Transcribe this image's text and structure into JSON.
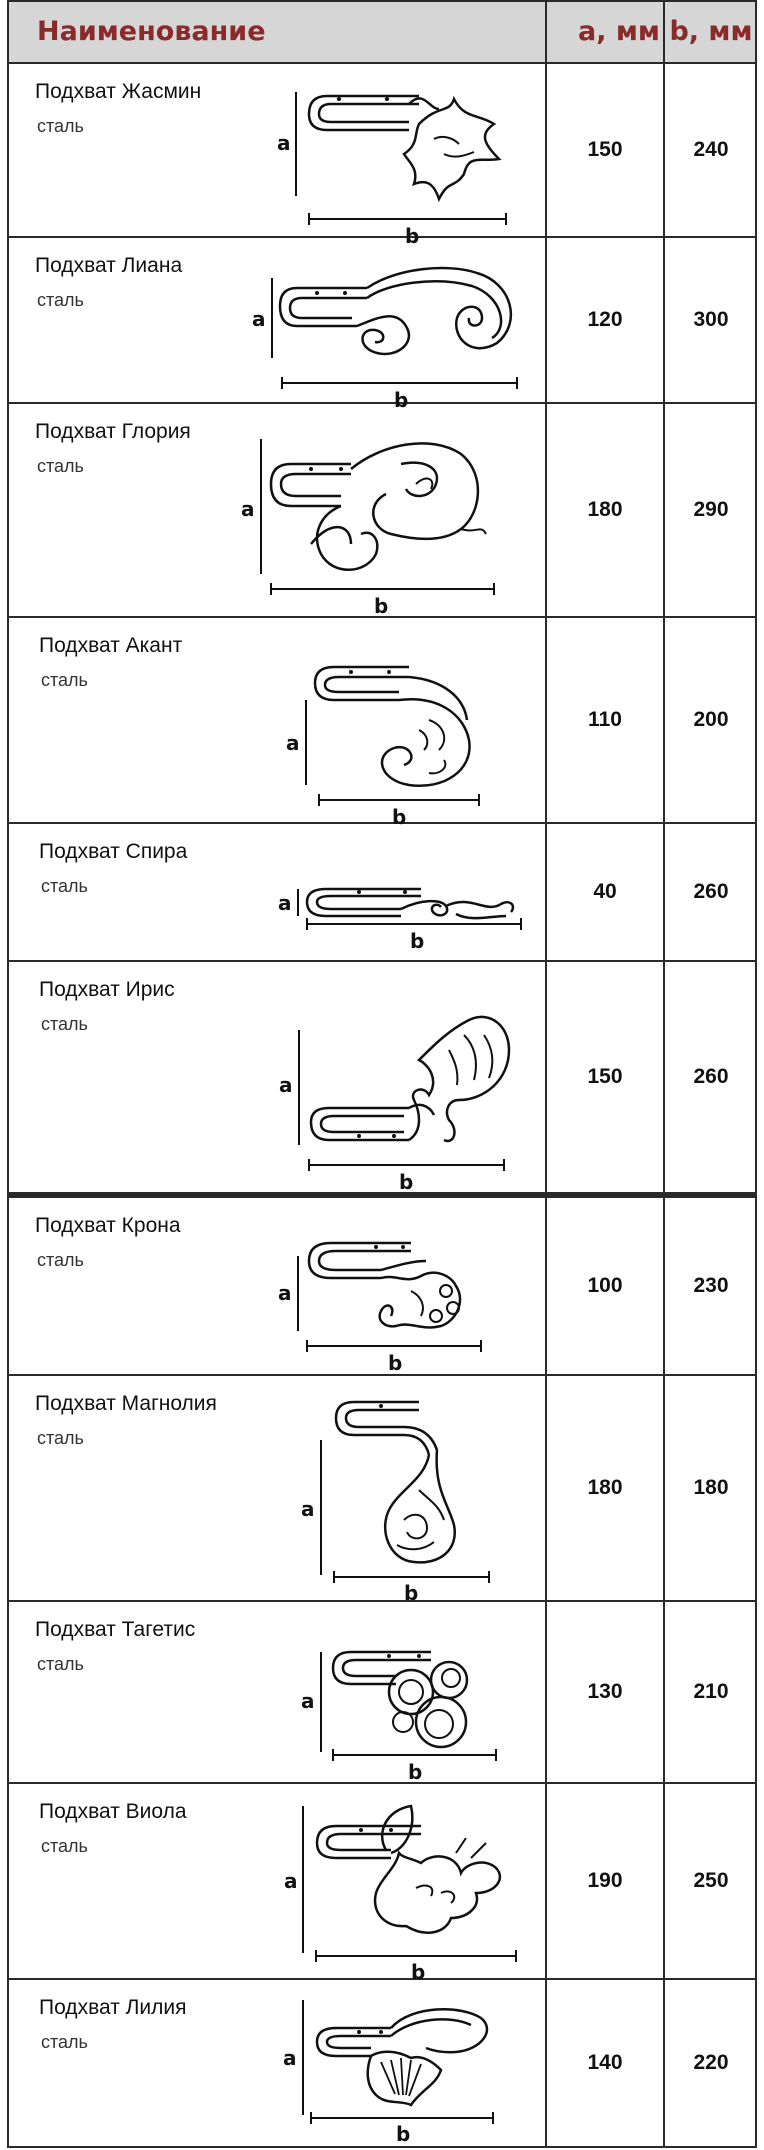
{
  "header": {
    "name": "Наименование",
    "a": "a, мм",
    "b": "b, мм"
  },
  "labels": {
    "a": "a",
    "b": "b"
  },
  "items": [
    {
      "title": "Подхват Жасмин",
      "material": "сталь",
      "a": "150",
      "b": "240"
    },
    {
      "title": "Подхват Лиана",
      "material": "сталь",
      "a": "120",
      "b": "300"
    },
    {
      "title": "Подхват Глория",
      "material": "сталь",
      "a": "180",
      "b": "290"
    },
    {
      "title": "Подхват Акант",
      "material": "сталь",
      "a": "110",
      "b": "200"
    },
    {
      "title": "Подхват Спира",
      "material": "сталь",
      "a": "40",
      "b": "260"
    },
    {
      "title": "Подхват Ирис",
      "material": "сталь",
      "a": "150",
      "b": "260"
    },
    {
      "title": "Подхват Крона",
      "material": "сталь",
      "a": "100",
      "b": "230"
    },
    {
      "title": "Подхват Магнолия",
      "material": "сталь",
      "a": "180",
      "b": "180"
    },
    {
      "title": "Подхват Тагетис",
      "material": "сталь",
      "a": "130",
      "b": "210"
    },
    {
      "title": "Подхват Виола",
      "material": "сталь",
      "a": "190",
      "b": "250"
    },
    {
      "title": "Подхват Лилия",
      "material": "сталь",
      "a": "140",
      "b": "220"
    }
  ]
}
